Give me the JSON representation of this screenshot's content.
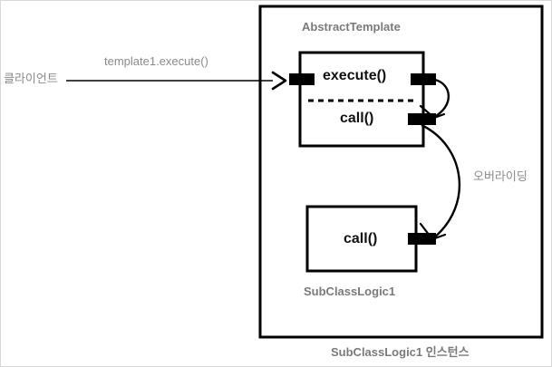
{
  "diagram": {
    "title_caption": "SubClassLogic1 인스턴스",
    "client": {
      "label": "클라이언트",
      "call_annotation": "template1.execute()"
    },
    "instance_box": {
      "name": "SubClassLogic1 인스턴스"
    },
    "abstract_class": {
      "title": "AbstractTemplate",
      "methods": [
        {
          "label": "execute()"
        },
        {
          "label": "call()"
        }
      ]
    },
    "sub_class": {
      "title": "SubClassLogic1",
      "methods": [
        {
          "label": "call()"
        }
      ]
    },
    "relations": [
      {
        "label": "오버라이딩"
      }
    ],
    "colors": {
      "annotation_gray": "#7a7a7a",
      "annotation_gray_light": "#8a8a8a",
      "stroke_black": "#000000",
      "frame_gray": "#d8d8d8",
      "background": "#ffffff"
    }
  }
}
